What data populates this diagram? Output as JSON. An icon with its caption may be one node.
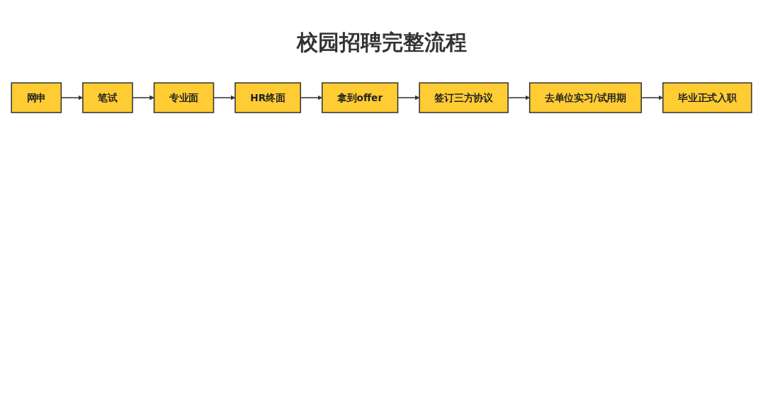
{
  "diagram": {
    "title": "校园招聘完整流程",
    "nodes": [
      {
        "text": [
          "网申"
        ]
      },
      {
        "text": [
          "笔试"
        ]
      },
      {
        "text": [
          "专业面"
        ]
      },
      {
        "text": [
          "HR终面"
        ]
      },
      {
        "text": [
          "拿到offer"
        ]
      },
      {
        "text": [
          "签订三方协议"
        ]
      },
      {
        "text": [
          "去单位实习/试用期"
        ]
      },
      {
        "text": [
          "毕业正式入职"
        ]
      }
    ],
    "edges": [
      {
        "from": 0,
        "to": 1,
        "arrow": "to"
      },
      {
        "from": 1,
        "to": 2,
        "arrow": "to"
      },
      {
        "from": 2,
        "to": 3,
        "arrow": "to"
      },
      {
        "from": 3,
        "to": 4,
        "arrow": "to"
      },
      {
        "from": 4,
        "to": 5,
        "arrow": "to"
      },
      {
        "from": 5,
        "to": 6,
        "arrow": "to"
      },
      {
        "from": 6,
        "to": 7,
        "arrow": "to"
      }
    ]
  }
}
